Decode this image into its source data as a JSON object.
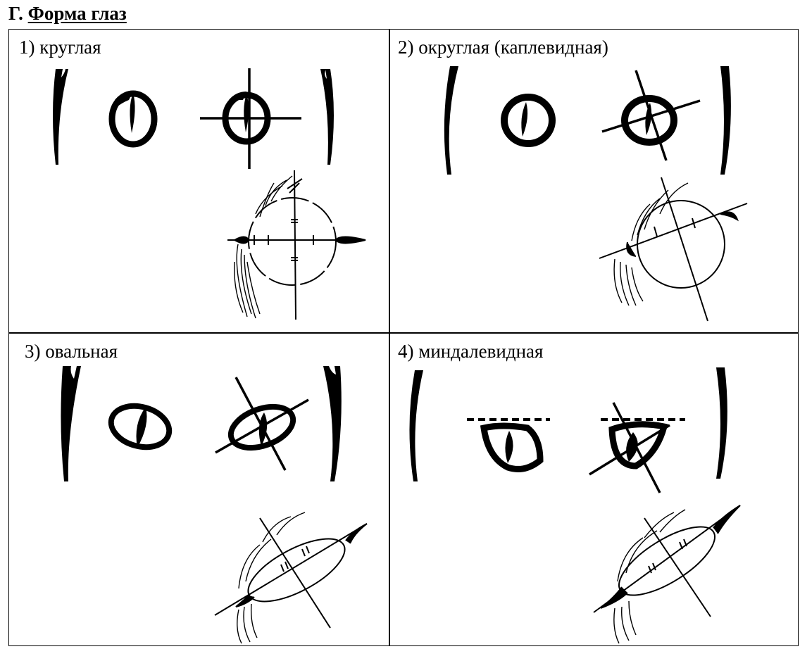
{
  "heading": {
    "prefix": "Г.",
    "title": "Форма глаз"
  },
  "cells": [
    {
      "label": "1) круглая"
    },
    {
      "label": "2) округлая (каплевидная)"
    },
    {
      "label": "3) овальная"
    },
    {
      "label": "4) миндалевидная"
    }
  ],
  "colors": {
    "ink": "#000000",
    "background": "#ffffff"
  }
}
